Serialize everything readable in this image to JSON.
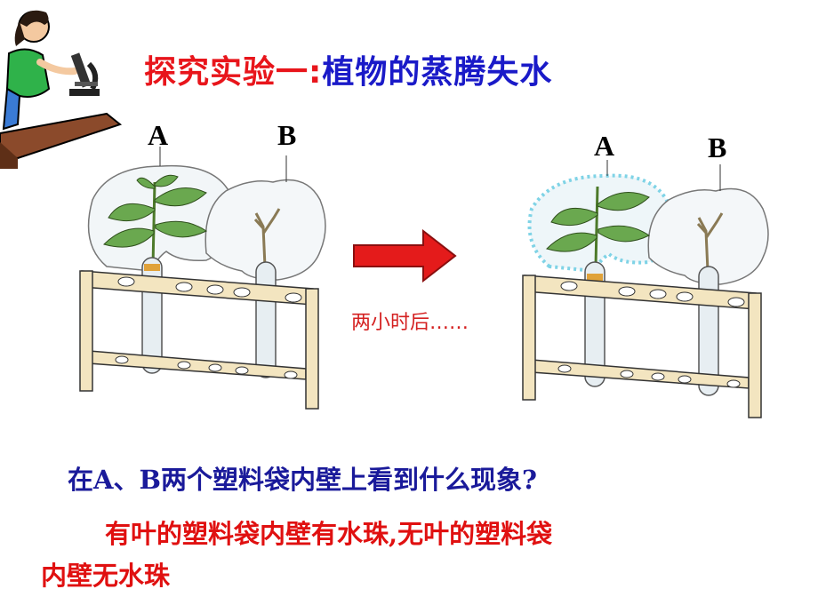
{
  "title": {
    "part1": "探究实验一:",
    "part2": "植物的蒸腾失水"
  },
  "labels": {
    "left_a": "A",
    "left_b": "B",
    "right_a": "A",
    "right_b": "B"
  },
  "caption": "两小时后……",
  "question": "在A、B两个塑料袋内壁上看到什么现象?",
  "answer": {
    "line1": "有叶的塑料袋内壁有水珠,无叶的塑料袋",
    "line2": "内壁无水珠"
  },
  "colors": {
    "title_red": "#e8151b",
    "title_blue": "#1a1ac8",
    "question_blue": "#1a1a9a",
    "answer_red": "#e01010",
    "arrow_red": "#e41b1b",
    "rack_tan": "#f3e5c0",
    "leaf_green": "#6aa84f",
    "droplet_blue": "#7fd3e6"
  },
  "icons": [
    "girl-microscope-illustration",
    "right-arrow-icon",
    "test-tube-rack",
    "plastic-bag",
    "plant-with-leaves",
    "plant-without-leaves"
  ]
}
